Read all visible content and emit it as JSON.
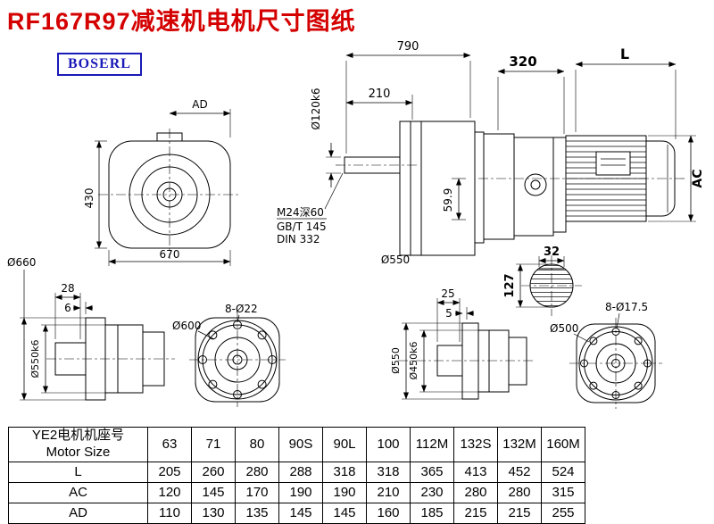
{
  "page": {
    "title": "RF167R97减速机电机尺寸图纸",
    "brand": "BOSERL"
  },
  "front_view": {
    "dim_ad": "AD",
    "dim_height": "430",
    "dim_width": "670"
  },
  "side_view": {
    "dim_total_length": "790",
    "dim_shaft_length": "210",
    "shaft_dia": "Ø120k6",
    "thread_note": "M24深60",
    "std_gb": "GB/T 145",
    "std_din": "DIN 332",
    "dim_offset": "59.9",
    "flange_dia": "Ø550"
  },
  "motor_view": {
    "dim_adapter": "320",
    "dim_motor_length": "L",
    "dim_motor_dia": "AC"
  },
  "shaft_section": {
    "dim_key_width": "32",
    "dim_dia": "127"
  },
  "flange_side_left": {
    "dim_28": "28",
    "dim_6": "6",
    "od": "Ø660",
    "spigot": "Ø550k6"
  },
  "flange_face_left": {
    "bolt_circle": "Ø600",
    "holes": "8-Ø22"
  },
  "flange_side_right": {
    "dim_25": "25",
    "dim_5": "5",
    "od": "Ø550",
    "spigot": "Ø450k6"
  },
  "flange_face_right": {
    "bolt_circle": "Ø500",
    "holes": "8-Ø17.5"
  },
  "table": {
    "header_cn": "YE2电机机座号",
    "header_en": "Motor Size",
    "columns": [
      "63",
      "71",
      "80",
      "90S",
      "90L",
      "100",
      "112M",
      "132S",
      "132M",
      "160M"
    ],
    "rows": [
      {
        "label": "L",
        "values": [
          "205",
          "260",
          "280",
          "288",
          "318",
          "318",
          "365",
          "413",
          "452",
          "524"
        ]
      },
      {
        "label": "AC",
        "values": [
          "120",
          "145",
          "170",
          "190",
          "190",
          "210",
          "230",
          "280",
          "280",
          "315"
        ]
      },
      {
        "label": "AD",
        "values": [
          "110",
          "130",
          "135",
          "145",
          "145",
          "160",
          "185",
          "215",
          "215",
          "255"
        ]
      }
    ]
  }
}
